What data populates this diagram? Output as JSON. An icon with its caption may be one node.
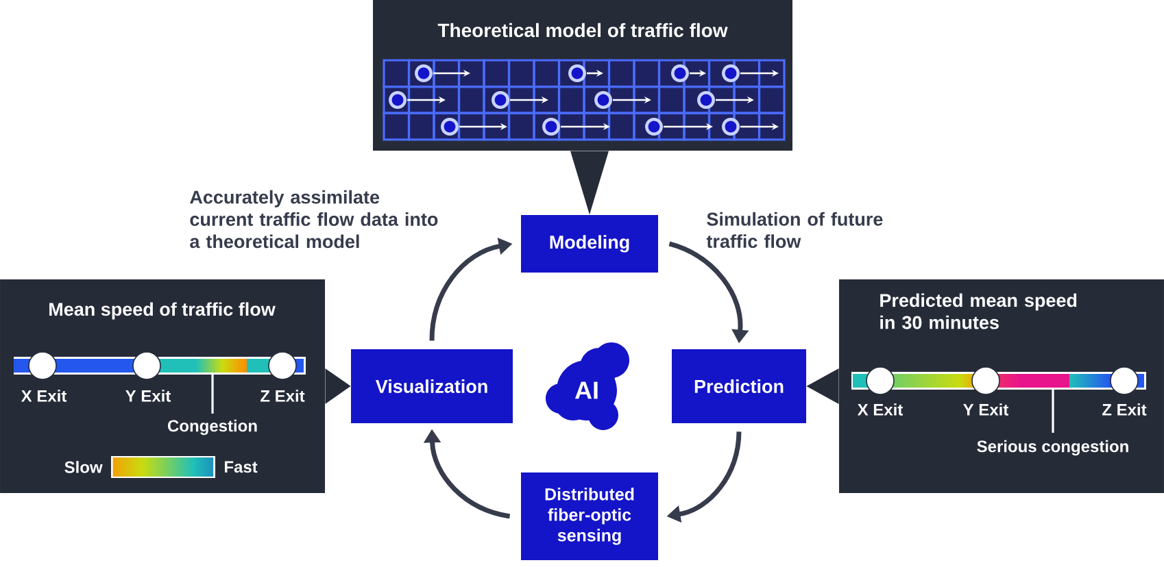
{
  "diagram": {
    "nodes": [
      {
        "text": [
          "Theoretical model of traffic flow"
        ]
      },
      {
        "text": [
          "Modeling"
        ]
      },
      {
        "text": [
          "Prediction"
        ]
      },
      {
        "text": [
          "Distributed fiber-optic sensing"
        ]
      },
      {
        "text": [
          "Visualization"
        ]
      },
      {
        "text": [
          "AI"
        ]
      },
      {
        "text": [
          "Mean speed of traffic flow",
          "X Exit",
          "Y Exit",
          "Z Exit",
          "Congestion",
          "Slow",
          "Fast"
        ]
      },
      {
        "text": [
          "Predicted mean speed in 30 minutes",
          "X Exit",
          "Y Exit",
          "Z Exit",
          "Serious congestion"
        ]
      }
    ],
    "edges": [
      {
        "from": 1,
        "to": 2,
        "arrow": "to",
        "label": "Simulation of future traffic flow"
      },
      {
        "from": 2,
        "to": 3,
        "arrow": "to"
      },
      {
        "from": 3,
        "to": 4,
        "arrow": "to"
      },
      {
        "from": 4,
        "to": 1,
        "arrow": "to",
        "label": "Accurately assimilate current traffic flow data into a theoretical model"
      },
      {
        "from": 0,
        "to": 1,
        "arrow": "to"
      },
      {
        "from": 6,
        "to": 4,
        "arrow": "to"
      },
      {
        "from": 7,
        "to": 2,
        "arrow": "to"
      }
    ]
  }
}
